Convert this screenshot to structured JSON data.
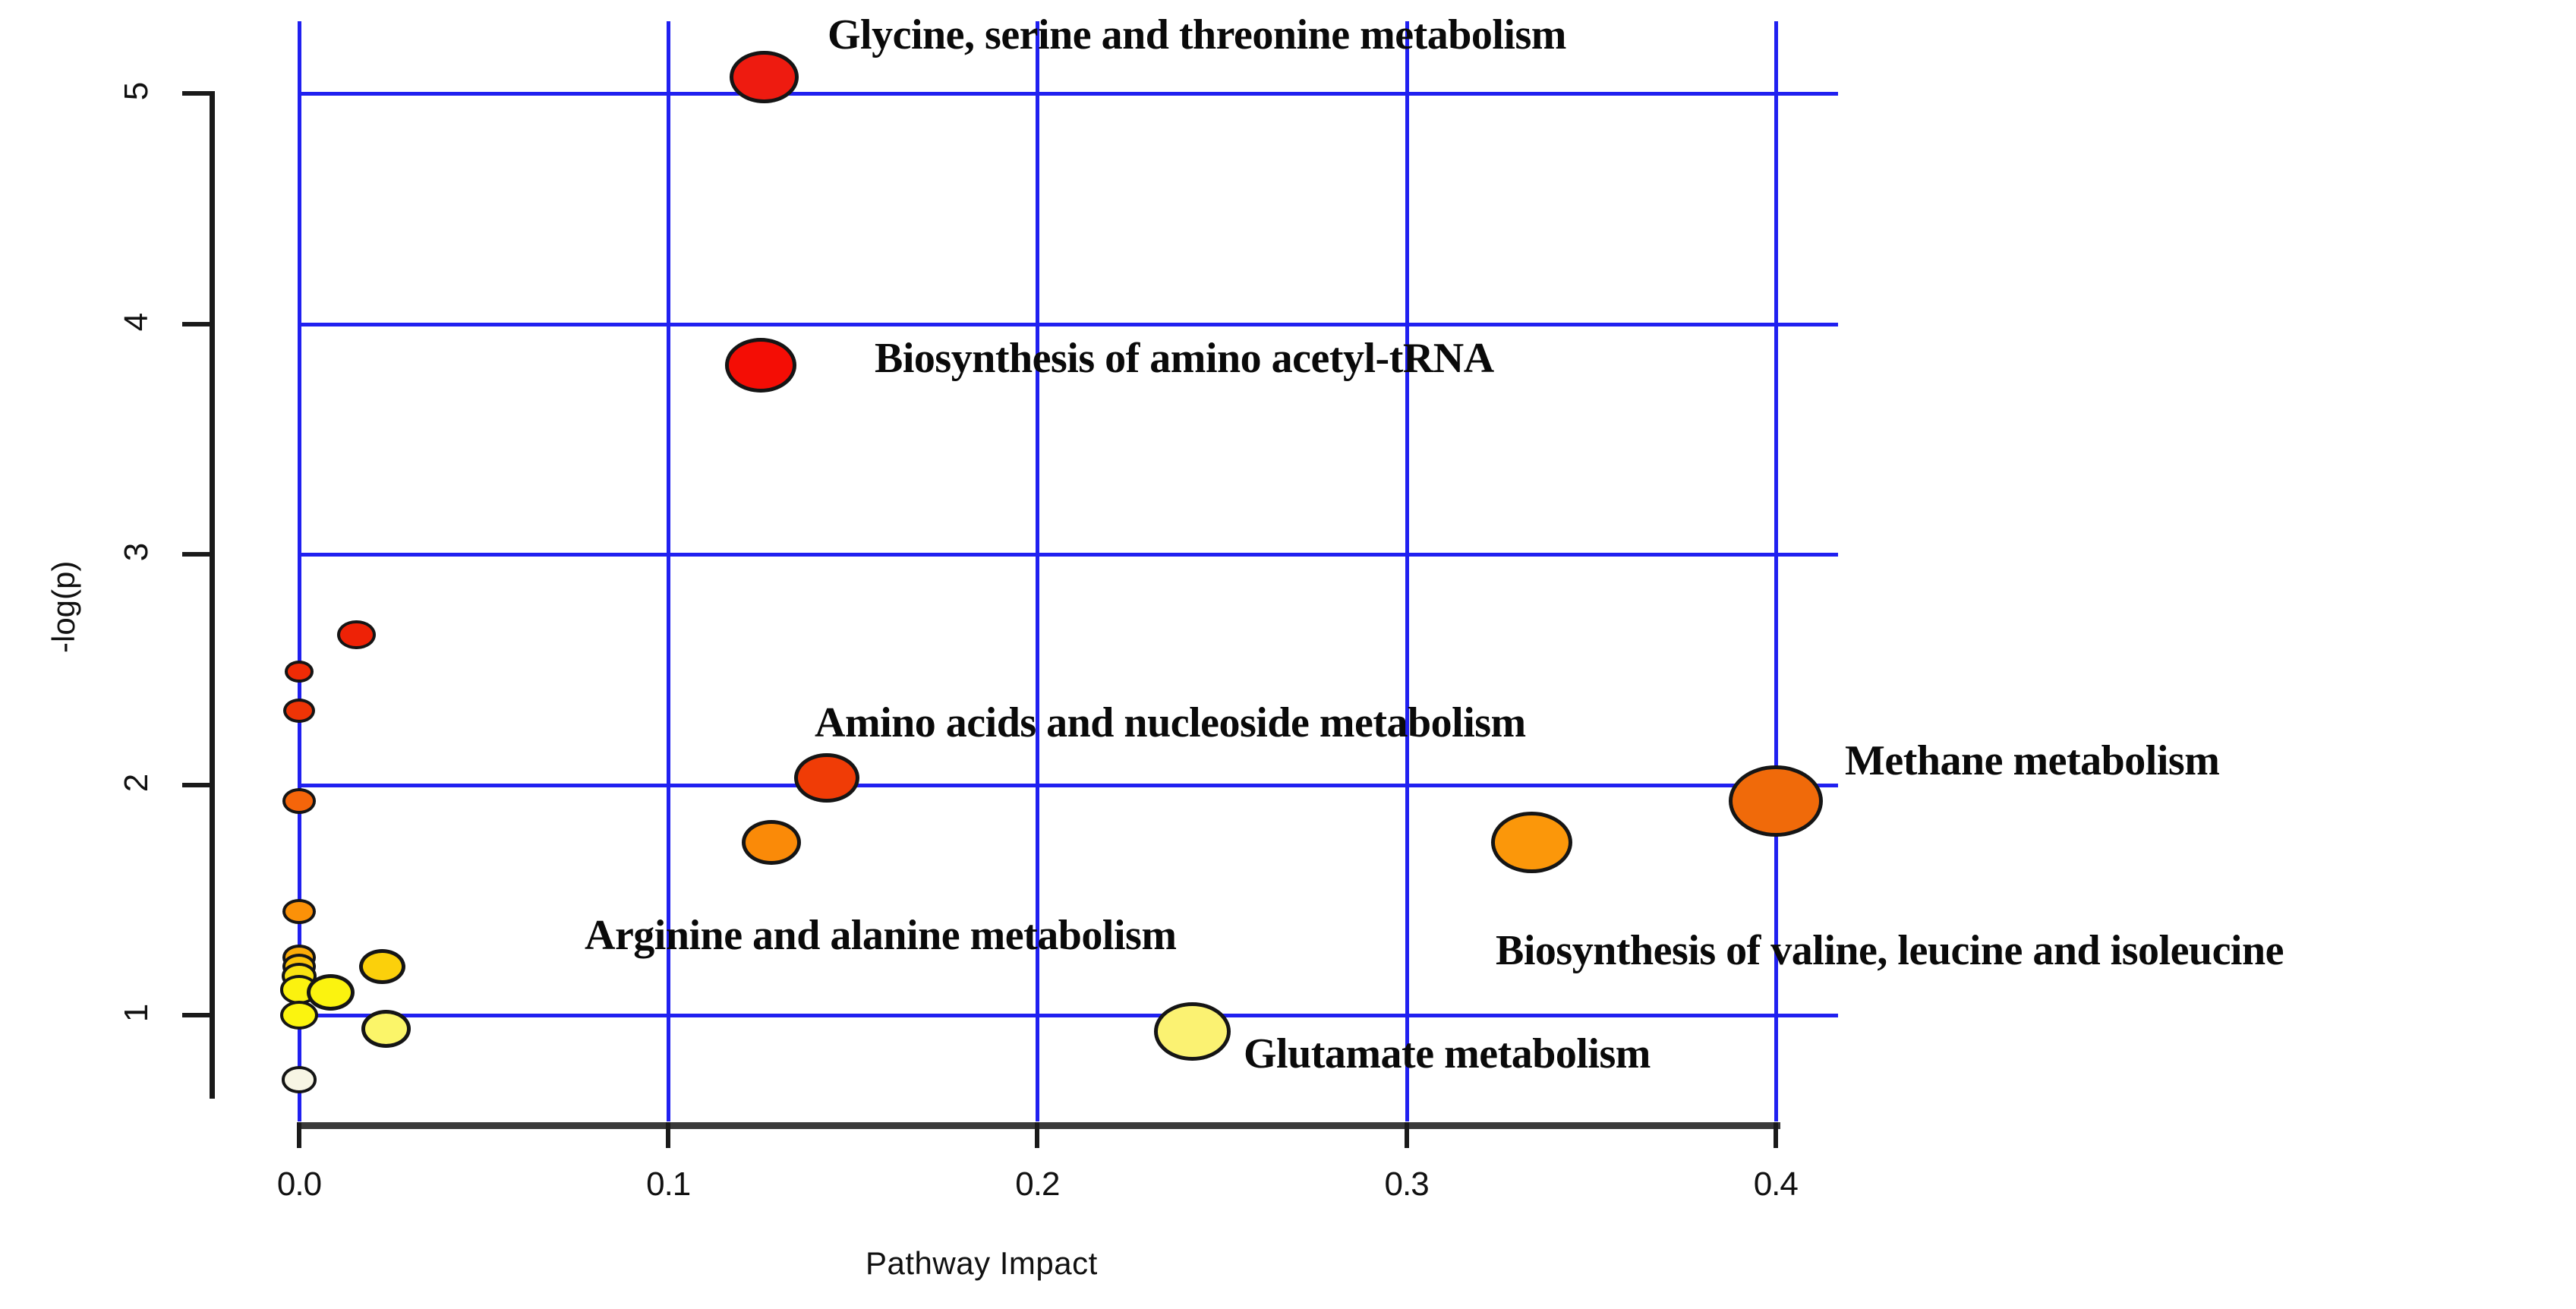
{
  "chart_data": {
    "type": "scatter",
    "title": "",
    "xlabel": "Pathway Impact",
    "ylabel": "-log(p)",
    "xlim": [
      -0.022,
      0.432
    ],
    "ylim": [
      0.62,
      5.28
    ],
    "xticks": [
      "0.0",
      "0.1",
      "0.2",
      "0.3",
      "0.4"
    ],
    "xtick_values": [
      0.0,
      0.1,
      0.2,
      0.3,
      0.4
    ],
    "yticks": [
      "1",
      "2",
      "3",
      "4",
      "5"
    ],
    "ytick_values": [
      1,
      2,
      3,
      4,
      5
    ],
    "grid": true,
    "grid_color": "#2020f0",
    "legend": "none",
    "size_encodes": "pathway impact / node centrality",
    "color_encodes": "-log(p) significance (white = low, yellow, orange, red = high)",
    "points": [
      {
        "label": "Glycine, serine and threonine metabolism",
        "x": 0.126,
        "y": 5.07,
        "size": 86,
        "color": "#ee1b10",
        "labelled": true
      },
      {
        "label": "Biosynthesis of amino acetyl-tRNA",
        "x": 0.125,
        "y": 3.82,
        "size": 90,
        "color": "#f40d05",
        "labelled": true
      },
      {
        "label": "Amino acids and nucleoside metabolism",
        "x": 0.143,
        "y": 2.03,
        "size": 82,
        "color": "#f03c06",
        "labelled": true
      },
      {
        "label": "Methane metabolism",
        "x": 0.4,
        "y": 1.93,
        "size": 118,
        "color": "#f06a0a",
        "labelled": true
      },
      {
        "label": "Arginine and alanine metabolism",
        "x": 0.128,
        "y": 1.75,
        "size": 74,
        "color": "#fa8a08",
        "labelled": true
      },
      {
        "label": "Biosynthesis of valine, leucine and isoleucine",
        "x": 0.334,
        "y": 1.75,
        "size": 102,
        "color": "#fb970a",
        "labelled": true
      },
      {
        "label": "Glutamate metabolism",
        "x": 0.242,
        "y": 0.93,
        "size": 96,
        "color": "#fbf272",
        "labelled": true
      },
      {
        "label": "",
        "x": 0.0155,
        "y": 2.65,
        "size": 48,
        "color": "#ee2206",
        "labelled": false
      },
      {
        "label": "",
        "x": 0.0,
        "y": 2.49,
        "size": 36,
        "color": "#ef2b06",
        "labelled": false
      },
      {
        "label": "",
        "x": 0.0,
        "y": 2.32,
        "size": 40,
        "color": "#ee3406",
        "labelled": false
      },
      {
        "label": "",
        "x": 0.0,
        "y": 1.93,
        "size": 42,
        "color": "#f5650a",
        "labelled": false
      },
      {
        "label": "",
        "x": 0.0,
        "y": 1.45,
        "size": 42,
        "color": "#fb9108",
        "labelled": false
      },
      {
        "label": "",
        "x": 0.0,
        "y": 1.25,
        "size": 42,
        "color": "#fbab09",
        "labelled": false
      },
      {
        "label": "",
        "x": 0.0,
        "y": 1.21,
        "size": 42,
        "color": "#fcc30a",
        "labelled": false
      },
      {
        "label": "",
        "x": 0.0,
        "y": 1.17,
        "size": 44,
        "color": "#fae312",
        "labelled": false
      },
      {
        "label": "",
        "x": 0.0,
        "y": 1.11,
        "size": 48,
        "color": "#fbf20f",
        "labelled": false
      },
      {
        "label": "",
        "x": 0.0225,
        "y": 1.21,
        "size": 58,
        "color": "#fbd00b",
        "labelled": false
      },
      {
        "label": "",
        "x": 0.0085,
        "y": 1.1,
        "size": 60,
        "color": "#fbf30f",
        "labelled": false
      },
      {
        "label": "",
        "x": 0.0,
        "y": 1.0,
        "size": 48,
        "color": "#fbf40f",
        "labelled": false
      },
      {
        "label": "",
        "x": 0.0235,
        "y": 0.94,
        "size": 62,
        "color": "#fbf569",
        "labelled": false
      },
      {
        "label": "",
        "x": 0.0,
        "y": 0.72,
        "size": 44,
        "color": "#f7f5e4",
        "labelled": false
      }
    ]
  },
  "axis": {
    "x_label": "Pathway Impact",
    "y_label": "-log(p)"
  },
  "annotations": [
    {
      "text": "Glycine, serine and threonine metabolism",
      "anchor_x": 0.126,
      "anchor_y": 5.07
    },
    {
      "text": "Biosynthesis of amino acetyl-tRNA",
      "anchor_x": 0.125,
      "anchor_y": 3.82
    },
    {
      "text": "Amino acids and nucleoside metabolism",
      "anchor_x": 0.143,
      "anchor_y": 2.03
    },
    {
      "text": "Methane metabolism",
      "anchor_x": 0.4,
      "anchor_y": 1.93
    },
    {
      "text": "Arginine and alanine metabolism",
      "anchor_x": 0.128,
      "anchor_y": 1.75
    },
    {
      "text": "Biosynthesis of valine, leucine and isoleucine",
      "anchor_x": 0.334,
      "anchor_y": 1.75
    },
    {
      "text": "Glutamate metabolism",
      "anchor_x": 0.242,
      "anchor_y": 0.93
    }
  ]
}
